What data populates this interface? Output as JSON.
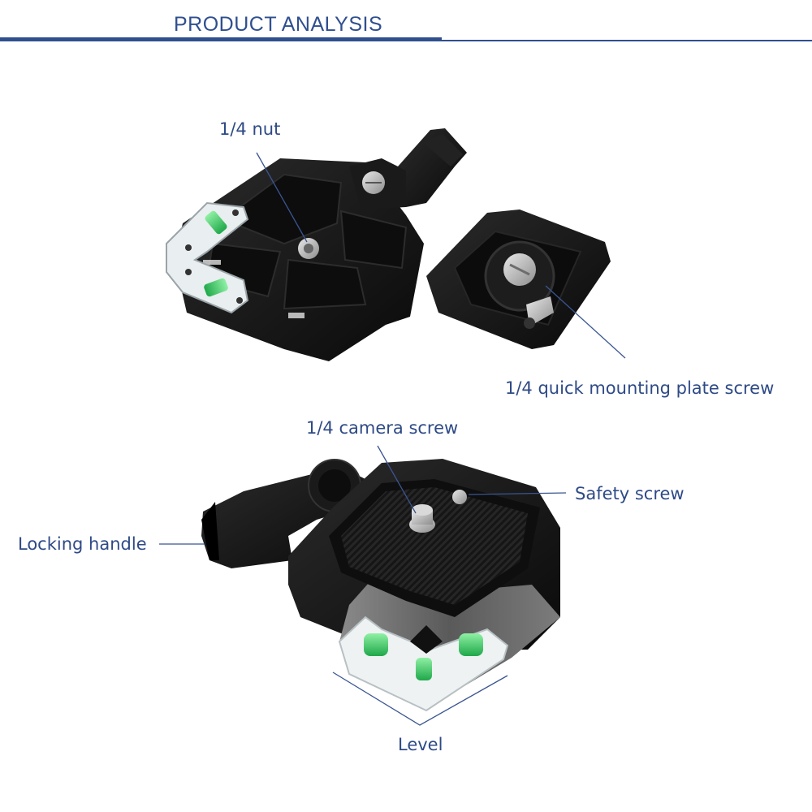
{
  "header": {
    "title": "PRODUCT ANALYSIS"
  },
  "labels": {
    "nut": "1/4 nut",
    "plate_screw": "1/4 quick mounting plate screw",
    "camera_screw": "1/4 camera screw",
    "safety_screw": "Safety screw",
    "locking_handle": "Locking handle",
    "level": "Level"
  },
  "colors": {
    "accent": "#2f4f8f",
    "label_text": "#2e4a86",
    "line": "#3a5592",
    "body_black": "#141414",
    "metal_grey": "#6d6d6d",
    "level_green": "#3fd46a"
  }
}
